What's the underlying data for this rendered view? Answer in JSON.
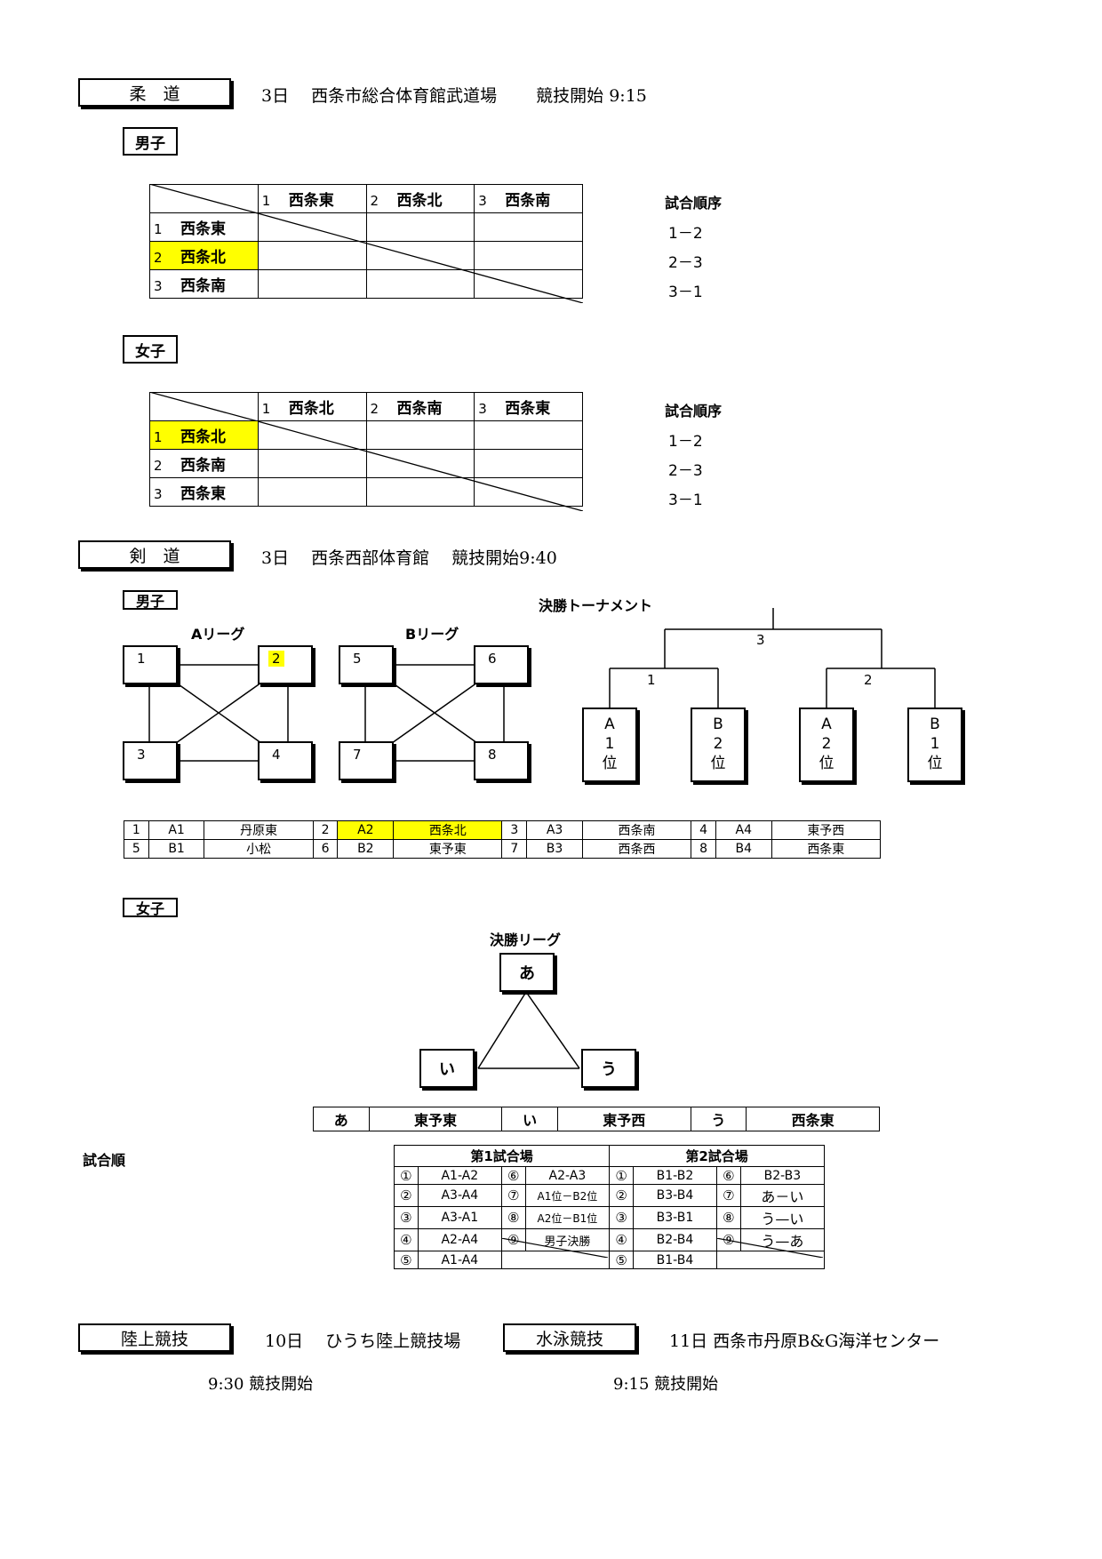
{
  "judo": {
    "title": "柔　道",
    "info": "3日　 西条市総合体育館武道場　　 競技開始  9:15",
    "order_header": "試合順序",
    "orders": [
      "1－2",
      "2－3",
      "3－1"
    ],
    "men": {
      "label": "男子",
      "teams": [
        {
          "no": "1",
          "name": "西条東"
        },
        {
          "no": "2",
          "name": "西条北"
        },
        {
          "no": "3",
          "name": "西条南"
        }
      ],
      "highlight": 1
    },
    "women": {
      "label": "女子",
      "teams": [
        {
          "no": "1",
          "name": "西条北"
        },
        {
          "no": "2",
          "name": "西条南"
        },
        {
          "no": "3",
          "name": "西条東"
        }
      ],
      "highlight": 0
    }
  },
  "kendo": {
    "title": "剣　道",
    "info": "3日　 西条西部体育館　 競技開始9:40",
    "men": {
      "label": "男子",
      "league_a": {
        "label": "Aリーグ",
        "nodes": [
          "1",
          "2",
          "3",
          "4"
        ]
      },
      "league_b": {
        "label": "Bリーグ",
        "nodes": [
          "5",
          "6",
          "7",
          "8"
        ]
      },
      "final": {
        "label": "決勝トーナメント",
        "rounds": [
          "3",
          "1",
          "2"
        ],
        "seeds": [
          [
            "A",
            "1",
            "位"
          ],
          [
            "B",
            "2",
            "位"
          ],
          [
            "A",
            "2",
            "位"
          ],
          [
            "B",
            "1",
            "位"
          ]
        ]
      },
      "entries": [
        [
          {
            "no": "1",
            "code": "A1",
            "name": "丹原東"
          },
          {
            "no": "2",
            "code": "A2",
            "name": "西条北"
          },
          {
            "no": "3",
            "code": "A3",
            "name": "西条南"
          },
          {
            "no": "4",
            "code": "A4",
            "name": "東予西"
          }
        ],
        [
          {
            "no": "5",
            "code": "B1",
            "name": "小松"
          },
          {
            "no": "6",
            "code": "B2",
            "name": "東予東"
          },
          {
            "no": "7",
            "code": "B3",
            "name": "西条西"
          },
          {
            "no": "8",
            "code": "B4",
            "name": "西条東"
          }
        ]
      ]
    },
    "women": {
      "label": "女子",
      "final_label": "決勝リーグ",
      "nodes": [
        "あ",
        "い",
        "う"
      ],
      "pool": [
        {
          "k": "あ",
          "name": "東予東"
        },
        {
          "k": "い",
          "name": "東予西"
        },
        {
          "k": "う",
          "name": "西条東"
        }
      ]
    },
    "schedule": {
      "label": "試合順",
      "venue1": "第1試合場",
      "venue2": "第2試合場",
      "rows": [
        [
          "①",
          "A1-A2",
          "⑥",
          "A2-A3",
          "①",
          "B1-B2",
          "⑥",
          "B2-B3"
        ],
        [
          "②",
          "A3-A4",
          "⑦",
          "A1位－B2位",
          "②",
          "B3-B4",
          "⑦",
          "あ－い"
        ],
        [
          "③",
          "A3-A1",
          "⑧",
          "A2位－B1位",
          "③",
          "B3-B1",
          "⑧",
          "う—い"
        ],
        [
          "④",
          "A2-A4",
          "⑨",
          "男子決勝",
          "④",
          "B2-B4",
          "⑨",
          "う—あ"
        ],
        [
          "⑤",
          "A1-A4",
          "",
          "",
          "⑤",
          "B1-B4",
          "",
          ""
        ]
      ]
    }
  },
  "athletics": {
    "title": "陸上競技",
    "info": "10日　 ひうち陸上競技場",
    "start": "9:30  競技開始"
  },
  "swimming": {
    "title": "水泳競技",
    "info": "11日  西条市丹原B&G海洋センター",
    "start": "9:15  競技開始"
  }
}
